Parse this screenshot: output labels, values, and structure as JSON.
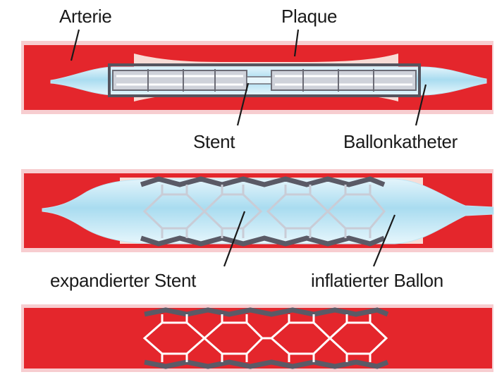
{
  "labels": {
    "arterie": "Arterie",
    "plaque": "Plaque",
    "stent": "Stent",
    "ballonkatheter": "Ballonkatheter",
    "expandierter_stent": "expandierter Stent",
    "inflatierter_ballon": "inflatierter Ballon"
  },
  "colors": {
    "artery_wall": "#e4262c",
    "plaque": "#f6d7d2",
    "lumen": "#ffffff",
    "balloon": "#9fd6ec",
    "stent_metal": "#5d5d66",
    "stent_light": "#d8d8de"
  }
}
